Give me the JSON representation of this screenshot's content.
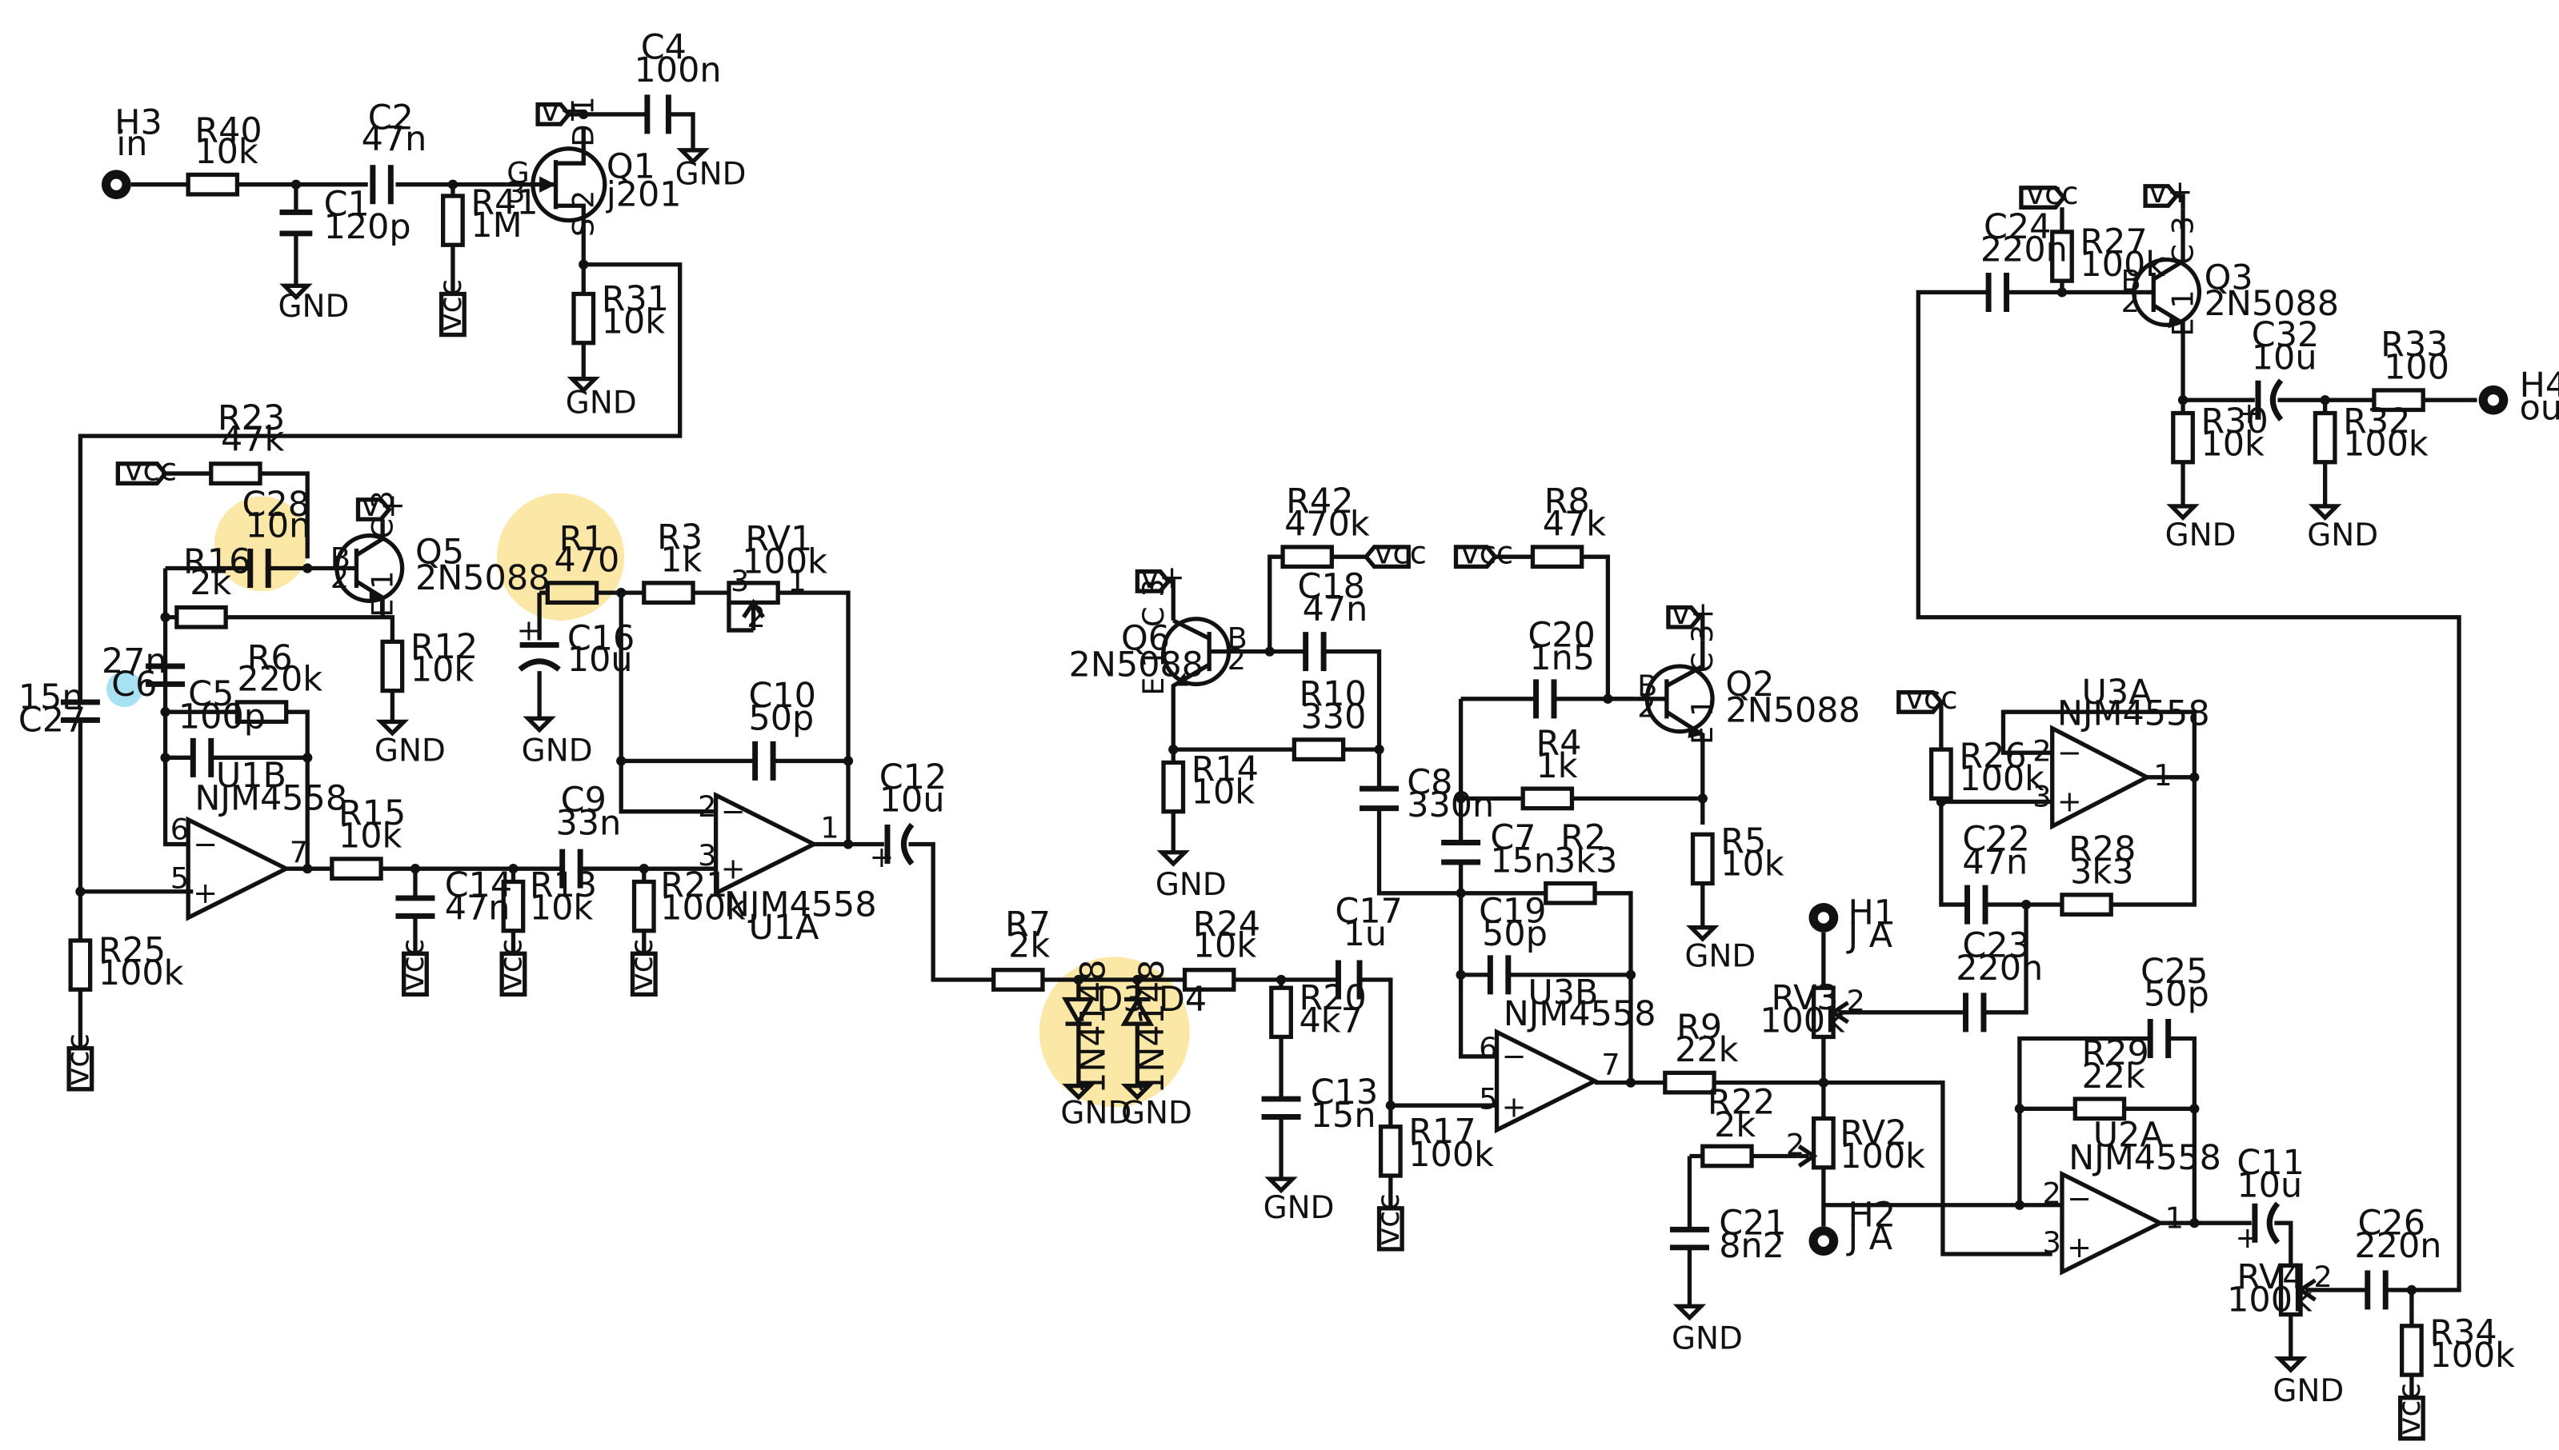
{
  "schematic": {
    "connectors": {
      "h3_ref": "H3",
      "h3_label": "in",
      "h4_ref": "H4",
      "h4_label": "out",
      "h1_ref": "H1",
      "h1_label": "J A",
      "h2_ref": "H2",
      "h2_label": "J A"
    },
    "power": {
      "gnd": "GND",
      "vcc": "vcc",
      "vplus": "v+"
    },
    "resistors": {
      "R40": {
        "ref": "R40",
        "val": "10k"
      },
      "R41": {
        "ref": "R41",
        "val": "1M"
      },
      "R31": {
        "ref": "R31",
        "val": "10k"
      },
      "R23": {
        "ref": "R23",
        "val": "47k"
      },
      "R16": {
        "ref": "R16",
        "val": "2k"
      },
      "R6": {
        "ref": "R6",
        "val": "220k"
      },
      "R12": {
        "ref": "R12",
        "val": "10k"
      },
      "R1": {
        "ref": "R1",
        "val": "470"
      },
      "R3": {
        "ref": "R3",
        "val": "1k"
      },
      "R15": {
        "ref": "R15",
        "val": "10k"
      },
      "R13": {
        "ref": "R13",
        "val": "10k"
      },
      "R21": {
        "ref": "R21",
        "val": "100k"
      },
      "R25": {
        "ref": "R25",
        "val": "100k"
      },
      "R7": {
        "ref": "R7",
        "val": "2k"
      },
      "R24": {
        "ref": "R24",
        "val": "10k"
      },
      "R20": {
        "ref": "R20",
        "val": "4k7"
      },
      "R17": {
        "ref": "R17",
        "val": "100k"
      },
      "R42": {
        "ref": "R42",
        "val": "470k"
      },
      "R14": {
        "ref": "R14",
        "val": "10k"
      },
      "R10": {
        "ref": "R10",
        "val": "330"
      },
      "R8": {
        "ref": "R8",
        "val": "47k"
      },
      "R4": {
        "ref": "R4",
        "val": "1k"
      },
      "R5": {
        "ref": "R5",
        "val": "10k"
      },
      "R2": {
        "ref": "R2",
        "val": "3k3"
      },
      "R9": {
        "ref": "R9",
        "val": "22k"
      },
      "R22": {
        "ref": "R22",
        "val": "2k"
      },
      "R27": {
        "ref": "R27",
        "val": "100k"
      },
      "R30": {
        "ref": "R30",
        "val": "10k"
      },
      "R33": {
        "ref": "R33",
        "val": "100"
      },
      "R32": {
        "ref": "R32",
        "val": "100k"
      },
      "R26": {
        "ref": "R26",
        "val": "100k"
      },
      "R28": {
        "ref": "R28",
        "val": "3k3"
      },
      "R29": {
        "ref": "R29",
        "val": "22k"
      },
      "R34": {
        "ref": "R34",
        "val": "100k"
      }
    },
    "capacitors": {
      "C1": {
        "ref": "C1",
        "val": "120p"
      },
      "C2": {
        "ref": "C2",
        "val": "47n"
      },
      "C4": {
        "ref": "C4",
        "val": "100n"
      },
      "C28": {
        "ref": "C28",
        "val": "10n"
      },
      "C6": {
        "ref": "C6",
        "val": "27n"
      },
      "C27": {
        "ref": "C27",
        "val": "15n"
      },
      "C5": {
        "ref": "C5",
        "val": "100p"
      },
      "C16": {
        "ref": "C16",
        "val": "10u"
      },
      "C10": {
        "ref": "C10",
        "val": "50p"
      },
      "C9": {
        "ref": "C9",
        "val": "33n"
      },
      "C14": {
        "ref": "C14",
        "val": "47n"
      },
      "C12": {
        "ref": "C12",
        "val": "10u"
      },
      "C18": {
        "ref": "C18",
        "val": "47n"
      },
      "C8": {
        "ref": "C8",
        "val": "330n"
      },
      "C17": {
        "ref": "C17",
        "val": "1u"
      },
      "C13": {
        "ref": "C13",
        "val": "15n"
      },
      "C20": {
        "ref": "C20",
        "val": "1n5"
      },
      "C7": {
        "ref": "C7",
        "val": "15n"
      },
      "C19": {
        "ref": "C19",
        "val": "50p"
      },
      "C21": {
        "ref": "C21",
        "val": "8n2"
      },
      "C24": {
        "ref": "C24",
        "val": "220n"
      },
      "C32": {
        "ref": "C32",
        "val": "10u"
      },
      "C22": {
        "ref": "C22",
        "val": "47n"
      },
      "C23": {
        "ref": "C23",
        "val": "220n"
      },
      "C25": {
        "ref": "C25",
        "val": "50p"
      },
      "C11": {
        "ref": "C11",
        "val": "10u"
      },
      "C26": {
        "ref": "C26",
        "val": "220n"
      }
    },
    "pots": {
      "RV1": {
        "ref": "RV1",
        "val": "100k"
      },
      "RV2": {
        "ref": "RV2",
        "val": "100k"
      },
      "RV3": {
        "ref": "RV3",
        "val": "100k"
      },
      "RV4": {
        "ref": "RV4",
        "val": "100k"
      }
    },
    "transistors": {
      "Q1": {
        "ref": "Q1",
        "val": "j201"
      },
      "Q2": {
        "ref": "Q2",
        "val": "2N5088"
      },
      "Q3": {
        "ref": "Q3",
        "val": "2N5088"
      },
      "Q5": {
        "ref": "Q5",
        "val": "2N5088"
      },
      "Q6": {
        "ref": "Q6",
        "val": "2N5088"
      }
    },
    "diodes": {
      "D3": {
        "ref": "D3",
        "val": "1N4148"
      },
      "D4": {
        "ref": "D4",
        "val": "1N4148"
      }
    },
    "opamps": {
      "U1A": {
        "ref": "U1A",
        "val": "NJM4558"
      },
      "U1B": {
        "ref": "U1B",
        "val": "NJM4558"
      },
      "U2A": {
        "ref": "U2A",
        "val": "NJM4558"
      },
      "U3A": {
        "ref": "U3A",
        "val": "NJM4558"
      },
      "U3B": {
        "ref": "U3B",
        "val": "NJM4558"
      }
    },
    "highlight_colors": {
      "yellow": "#fbe7a6",
      "blue": "#a8e2f2"
    }
  }
}
